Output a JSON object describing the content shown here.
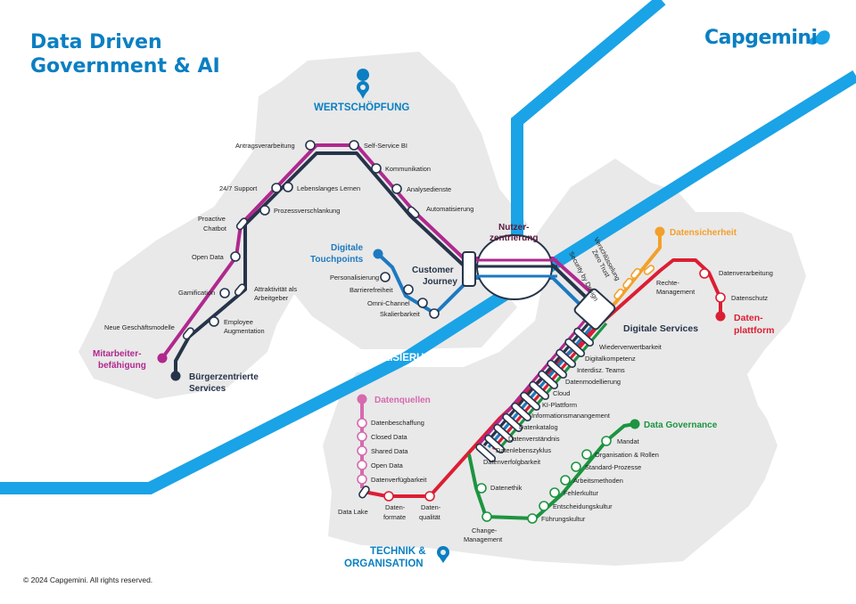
{
  "header": {
    "title_line1": "Data Driven",
    "title_line2": "Government & AI"
  },
  "brand": {
    "logo_text": "Capgemini"
  },
  "footer": {
    "copyright": "© 2024 Capgemini. All rights reserved."
  },
  "regions": {
    "wertschoepfung": "WERTSCHÖPFUNG",
    "digitalisierung": "DIGITALISIERUNG",
    "technik_1": "TECHNIK &",
    "technik_2": "ORGANISATION"
  },
  "hubs": {
    "nutzer_1": "Nutzer-",
    "nutzer_2": "zentrierung",
    "journey_1": "Customer",
    "journey_2": "Journey",
    "digitale_services": "Digitale Services"
  },
  "lines": {
    "mitarbeiter_1": "Mitarbeiter-",
    "mitarbeiter_2": "befähigung",
    "buerger_1": "Bürgerzentrierte",
    "buerger_2": "Services",
    "touch_1": "Digitale",
    "touch_2": "Touchpoints",
    "datensicherheit": "Datensicherheit",
    "plattform_1": "Daten-",
    "plattform_2": "plattform",
    "datenquellen": "Datenquellen",
    "governance": "Data Governance"
  },
  "stations": {
    "antrag": "Antragsverarbeitung",
    "selfservice": "Self-Service BI",
    "kommunikation": "Kommunikation",
    "analysedienste": "Analysedienste",
    "automatisierung": "Automatisierung",
    "support": "24/7 Support",
    "lernen": "Lebenslanges Lernen",
    "prozessverschlankung": "Prozessverschlankung",
    "chatbot_1": "Proactive",
    "chatbot_2": "Chatbot",
    "opendata": "Open Data",
    "gamification": "Gamification",
    "attraktivitaet_1": "Attraktivität als",
    "attraktivitaet_2": "Arbeitgeber",
    "employee_1": "Employee",
    "employee_2": "Augmentation",
    "geschaeftsmodelle": "Neue Geschäftsmodelle",
    "personalisierung": "Personalisierung",
    "barrierefreiheit": "Barrierefreiheit",
    "omnichannel": "Omni-Channel",
    "skalierbarkeit": "Skalierbarkeit",
    "verschluesselung": "Verschlüsselung",
    "zerotrust": "Zero Trust",
    "securitydesign": "Security by Design",
    "rechte_1": "Rechte-",
    "rechte_2": "Management",
    "datenverarbeitung": "Datenverarbeitung",
    "datenschutz": "Datenschutz",
    "wiederverwertbarkeit": "Wiederverwertbarkeit",
    "digitalkompetenz": "Digitalkompetenz",
    "teams": "Interdisz. Teams",
    "datenmodellierung": "Datenmodellierung",
    "cloud": "Cloud",
    "kiplattform": "KI-Plattform",
    "informationsmanagement": "Informationsmanangement",
    "datenkatalog": "Datenkatalog",
    "datenverstaendnis": "Datenverständnis",
    "datenlebenszyklus": "Datenlebenszyklus",
    "datenverfolgbarkeit": "Datenverfolgbarkeit",
    "datenbeschaffung": "Datenbeschaffung",
    "closeddata": "Closed Data",
    "shareddata": "Shared Data",
    "opendata2": "Open Data",
    "datenverfuegbarkeit": "Datenverfügbarkeit",
    "datalake": "Data Lake",
    "formate_1": "Daten-",
    "formate_2": "formate",
    "qualitaet_1": "Daten-",
    "qualitaet_2": "qualität",
    "datenethik": "Datenethik",
    "change_1": "Change-",
    "change_2": "Management",
    "mandat": "Mandat",
    "organisation": "Organisation & Rollen",
    "standard": "Standard-Prozesse",
    "arbeitsmethoden": "Arbeitsmethoden",
    "fehlerkultur": "Fehlerkultur",
    "entscheidungskultur": "Entscheidungskultur",
    "fuehrungskultur": "Führungskultur"
  },
  "colors": {
    "blue_band": "#1aa3e6",
    "region_gray": "#e9e9e9",
    "title_blue": "#0a7fc2",
    "magenta": "#b0288e",
    "navy": "#26344a",
    "touch_blue": "#1d79c1",
    "orange": "#f3a02a",
    "red": "#dc1e33",
    "pink": "#d66aae",
    "green": "#1c9440"
  },
  "icons": {
    "pin": "location-pin-icon",
    "logo": "capgemini-spade-icon"
  }
}
